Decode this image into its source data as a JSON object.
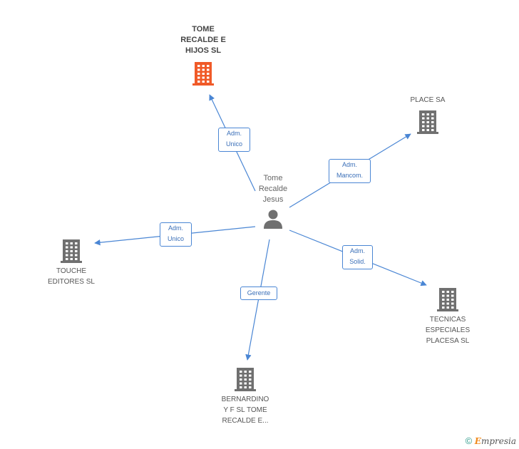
{
  "center": {
    "label": "Tome\nRecalde\nJesus",
    "icon": "person-icon"
  },
  "companies": [
    {
      "id": "tome-recalde-e-hijos-sl",
      "label": "TOME\nRECALDE E\nHIJOS SL",
      "icon": "building-icon",
      "color": "#f05a28",
      "focus": true
    },
    {
      "id": "place-sa",
      "label": "PLACE SA",
      "icon": "building-icon",
      "color": "#707070"
    },
    {
      "id": "touche-editores-sl",
      "label": "TOUCHE\nEDITORES SL",
      "icon": "building-icon",
      "color": "#707070"
    },
    {
      "id": "tecnicas-especiales-placesa-sl",
      "label": "TECNICAS\nESPECIALES\nPLACESA SL",
      "icon": "building-icon",
      "color": "#707070"
    },
    {
      "id": "bernardino-y-f-sl",
      "label": "BERNARDINO\nY F SL TOME\nRECALDE E...",
      "icon": "building-icon",
      "color": "#707070"
    }
  ],
  "roles": [
    "Adm.\nUnico",
    "Adm.\nMancom.",
    "Adm.\nUnico",
    "Adm.\nSolid.",
    "Gerente"
  ],
  "colors": {
    "edge": "#4a86d4",
    "building": "#707070",
    "focus_building": "#f05a28"
  },
  "footer": {
    "copyright": "©",
    "brand_initial": "E",
    "brand_rest": "mpresia"
  }
}
